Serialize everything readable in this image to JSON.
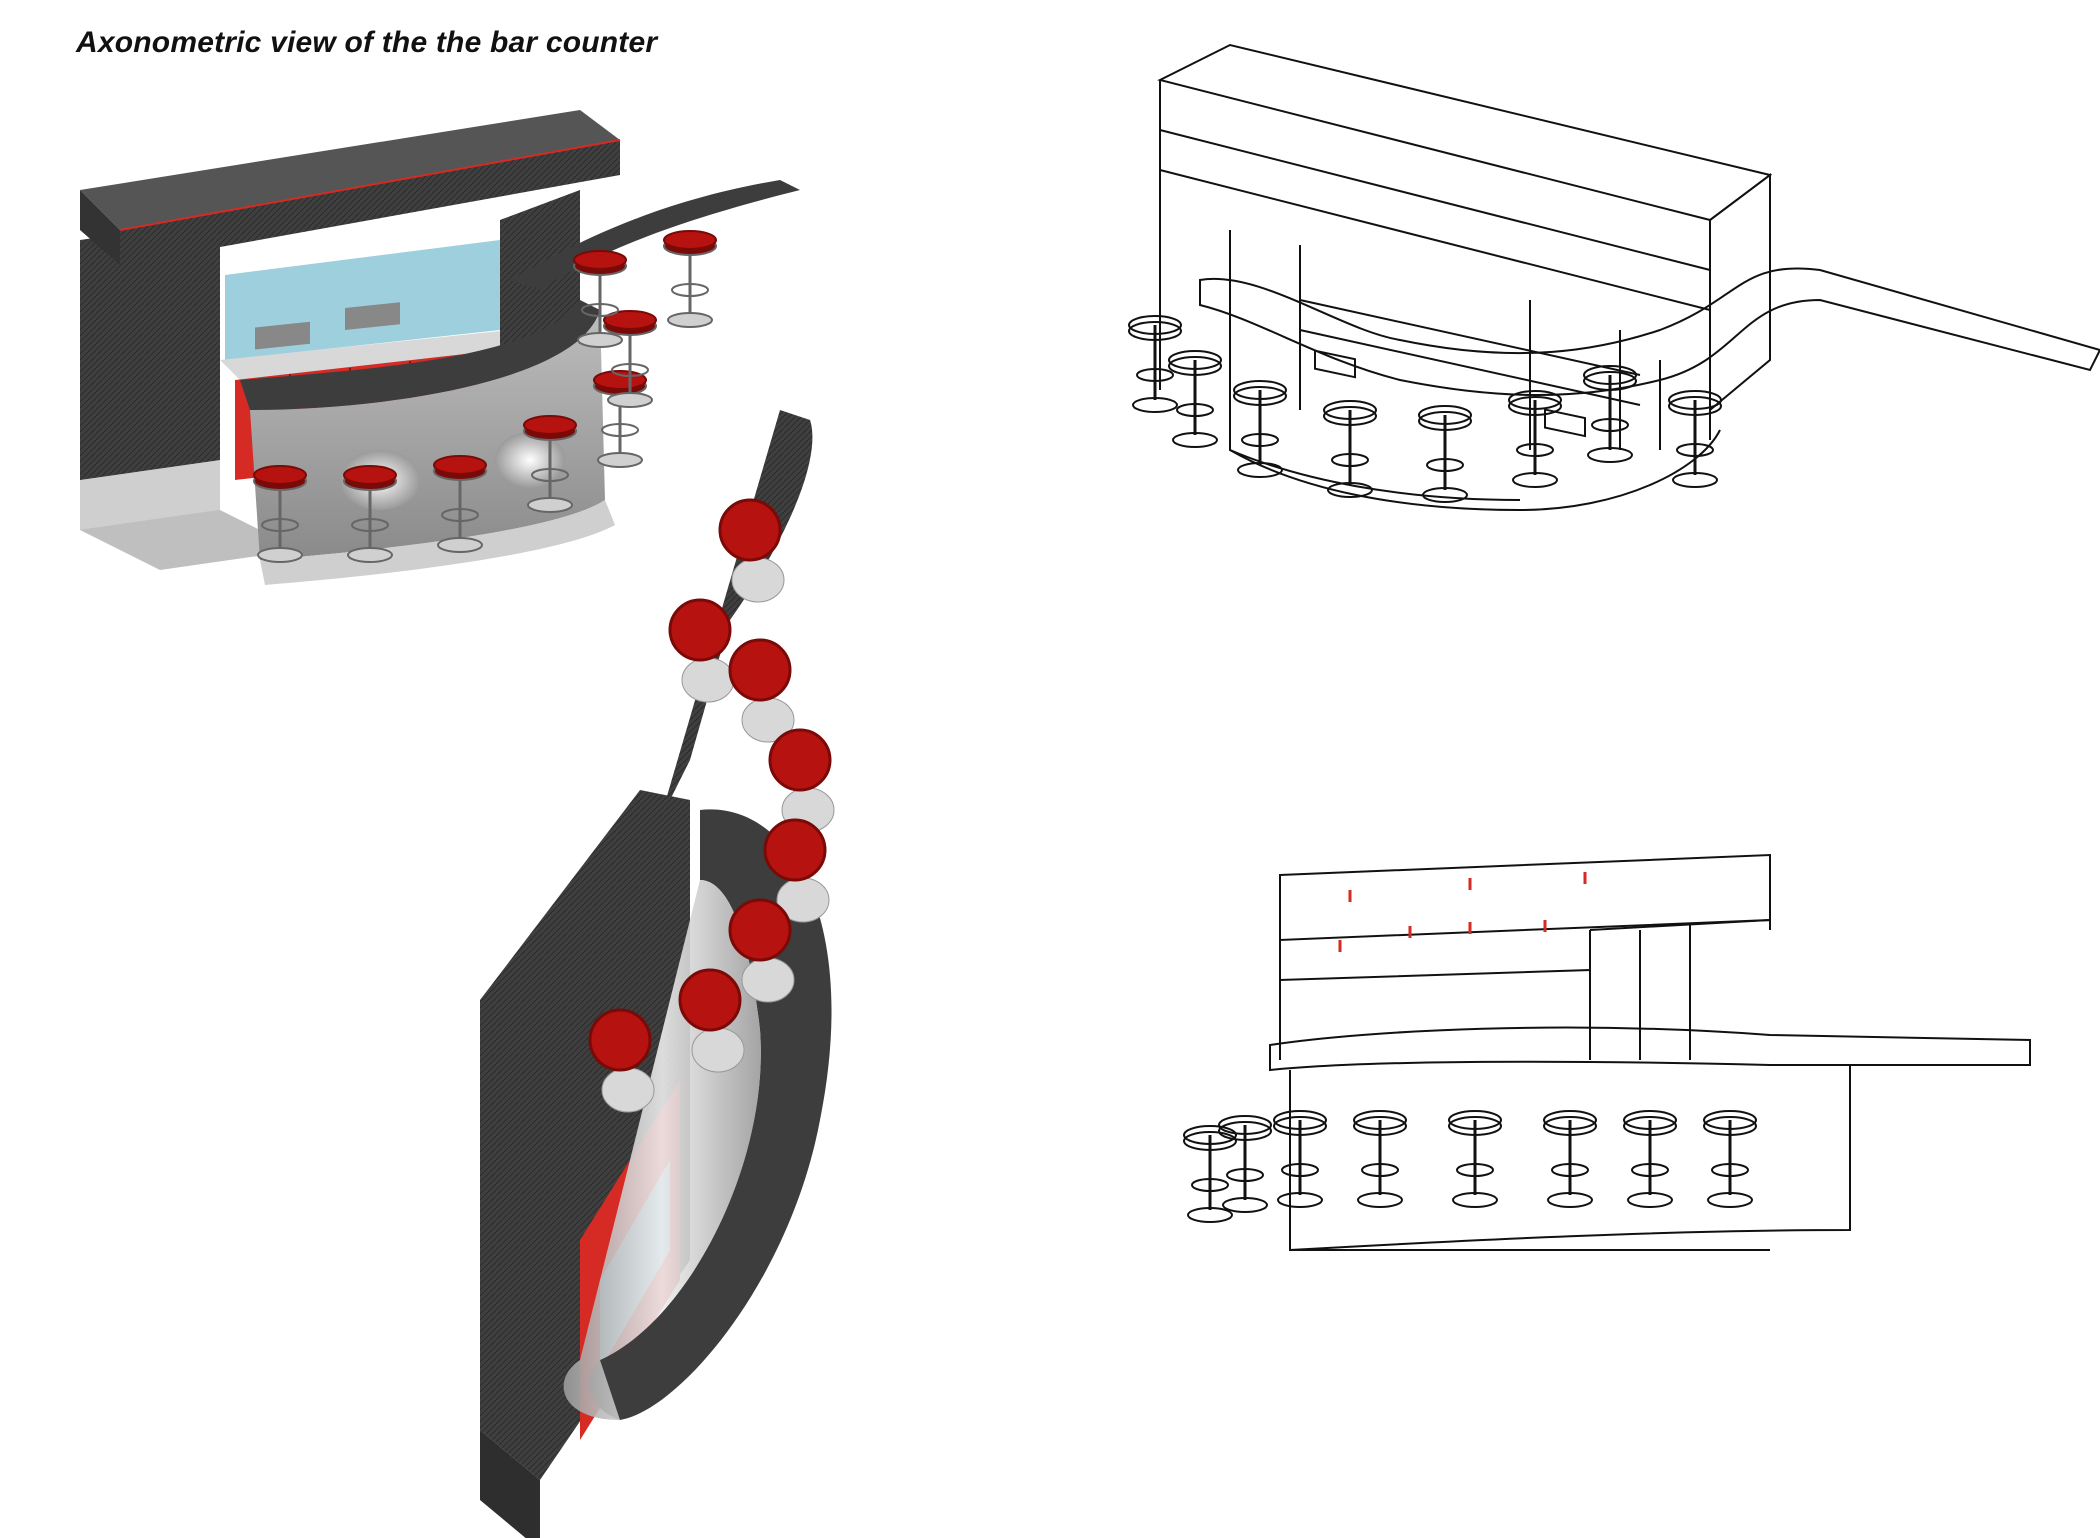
{
  "title": "Axonometric view of the the bar counter",
  "palette": {
    "counter_dark": "#3d3d3d",
    "counter_mid": "#5a5a5a",
    "cabinet_red": "#d62a24",
    "stool_red": "#b51210",
    "glass_blue": "#8cc8d6",
    "steel_grey": "#c8c8c8",
    "line_black": "#111111"
  },
  "drawings": [
    {
      "id": "colored-perspective",
      "style": "colored pencil",
      "stools": 8
    },
    {
      "id": "line-perspective",
      "style": "line drawing",
      "stools": 8
    },
    {
      "id": "colored-plan-view",
      "style": "colored pencil",
      "stools": 8
    },
    {
      "id": "line-elevation",
      "style": "line drawing",
      "stools": 8
    }
  ]
}
